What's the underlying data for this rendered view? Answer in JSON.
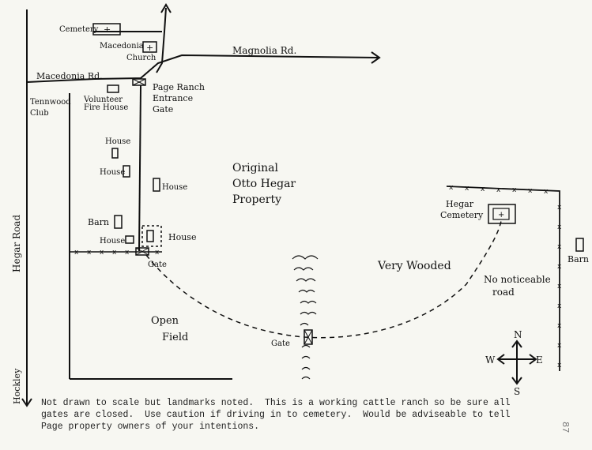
{
  "labels": {
    "cemetery": "Cemetery",
    "macedonia": "Macedonia",
    "church": "Church",
    "magnolia_rd": "Magnolia Rd.",
    "macedonia_rd": "Macedonia Rd.",
    "page_ranch_1": "Page Ranch",
    "page_ranch_2": "Entrance",
    "page_ranch_3": "Gate",
    "tennwood_1": "Tennwood",
    "tennwood_2": "Club",
    "volunteer_1": "Volunteer",
    "volunteer_2": "Fire House",
    "house_1": "House",
    "house_2": "House",
    "house_3": "House",
    "barn_left": "Barn",
    "house_4": "House",
    "house_5": "House",
    "gate_ranch": "Gate",
    "original_1": "Original",
    "original_2": "Otto Hegar",
    "original_3": "Property",
    "hegar_road": "Hegar Road",
    "hockley": "Hockley",
    "hegar_cem_1": "Hegar",
    "hegar_cem_2": "Cemetery",
    "barn_right": "Barn",
    "very_wooded": "Very Wooded",
    "no_road_1": "No noticeable",
    "no_road_2": "road",
    "open_1": "Open",
    "open_2": "Field",
    "gate_woods": "Gate",
    "compass_n": "N",
    "compass_s": "S",
    "compass_e": "E",
    "compass_w": "W"
  },
  "note": "Not drawn to scale but landmarks noted.  This is a working cattle ranch so be sure all\ngates are closed.  Use caution if driving in to cemetery.  Would be adviseable to tell\nPage property owners of your intentions.",
  "page_number": "87",
  "ink_color": "#111111"
}
